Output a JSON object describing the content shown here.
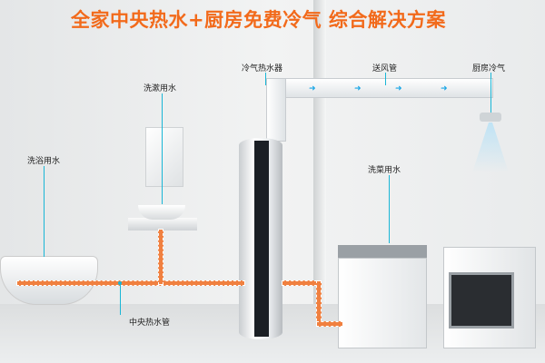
{
  "title": "全家中央热水+厨房免费冷气 综合解决方案",
  "labels": {
    "heater": "冷气热水器",
    "duct": "送风管",
    "kitchen_cooling": "厨房冷气",
    "washing": "洗漱用水",
    "bathing": "洗浴用水",
    "vegetables": "洗菜用水",
    "central_pipe": "中央热水管"
  },
  "colors": {
    "title": "#f26a1b",
    "pipe": "#f08040",
    "callout": "#19b6d6"
  }
}
